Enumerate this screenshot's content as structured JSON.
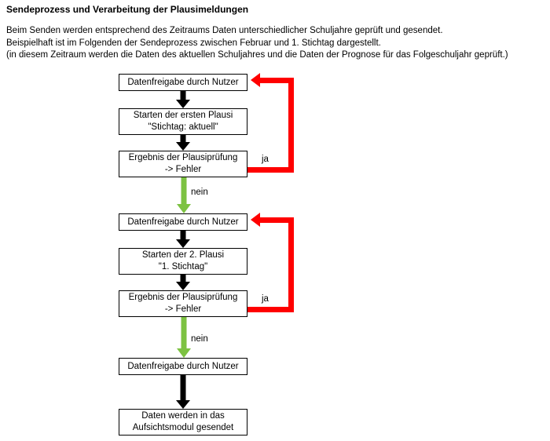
{
  "document": {
    "title": "Sendeprozess und Verarbeitung der Plausimeldungen",
    "intro_lines": [
      "Beim Senden werden entsprechend des Zeitraums Daten unterschiedlicher Schuljahre geprüft und gesendet.",
      "Beispielhaft ist im Folgenden der Sendeprozess zwischen Februar und 1. Stichtag dargestellt.",
      "(in diesem Zeitraum werden die Daten des aktuellen Schuljahres und die Daten der Prognose für das Folgeschuljahr geprüft.)"
    ]
  },
  "colors": {
    "arrow_black": "#000000",
    "arrow_green": "#7DC242",
    "arrow_red": "#FF0000",
    "box_border": "#000000",
    "box_fill": "#FFFFFF",
    "text": "#000000"
  },
  "flowchart": {
    "nodes": [
      {
        "id": "release-1",
        "lines": [
          "Datenfreigabe durch Nutzer"
        ]
      },
      {
        "id": "plausi-1",
        "lines": [
          "Starten der ersten Plausi",
          "\"Stichtag: aktuell\""
        ]
      },
      {
        "id": "result-1",
        "lines": [
          "Ergebnis der Plausiprüfung",
          "-> Fehler"
        ]
      },
      {
        "id": "release-2",
        "lines": [
          "Datenfreigabe durch Nutzer"
        ]
      },
      {
        "id": "plausi-2",
        "lines": [
          "Starten der 2. Plausi",
          "\"1. Stichtag\""
        ]
      },
      {
        "id": "result-2",
        "lines": [
          "Ergebnis der Plausiprüfung",
          "-> Fehler"
        ]
      },
      {
        "id": "release-3",
        "lines": [
          "Datenfreigabe durch Nutzer"
        ]
      },
      {
        "id": "send-final",
        "lines": [
          "Daten werden in das",
          "Aufsichtsmodul gesendet"
        ]
      }
    ],
    "edge_labels": {
      "yes_1": "ja",
      "no_1": "nein",
      "yes_2": "ja",
      "no_2": "nein"
    }
  }
}
